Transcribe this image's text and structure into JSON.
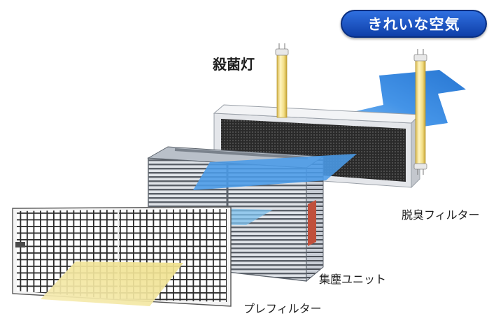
{
  "badge": {
    "text": "きれいな空気"
  },
  "labels": {
    "sterilizing_lamp": "殺菌灯",
    "deodorizing_filter": "脱臭フィルター",
    "dust_collector": "集塵ユニット",
    "pre_filter": "プレフィルター"
  },
  "colors": {
    "badge_blue": "#1a52c4",
    "airflow_blue": "#3a8ee6",
    "lamp_yellow": "#f3e39a",
    "light_cream": "#f2e59a",
    "text": "#1e1e1e"
  }
}
